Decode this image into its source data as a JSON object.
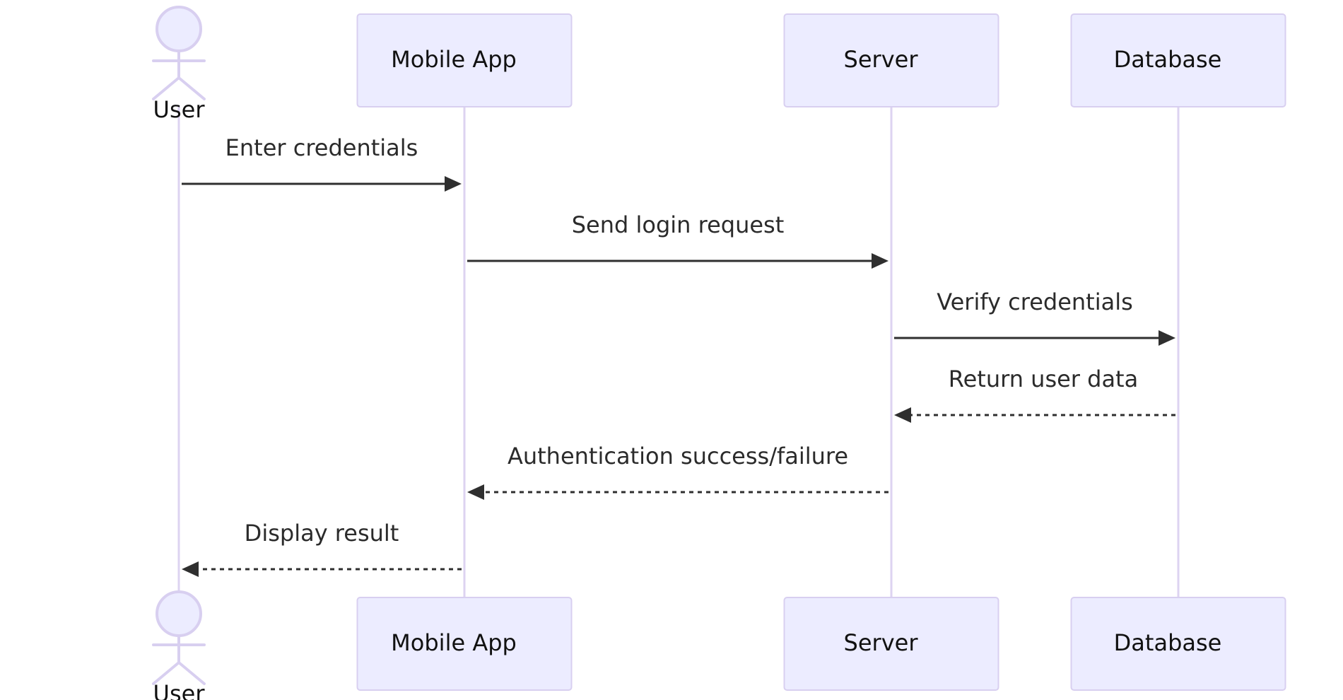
{
  "participants": [
    {
      "id": "user",
      "label": "User",
      "kind": "actor"
    },
    {
      "id": "mobile_app",
      "label": "Mobile App",
      "kind": "box"
    },
    {
      "id": "server",
      "label": "Server",
      "kind": "box"
    },
    {
      "id": "database",
      "label": "Database",
      "kind": "box"
    }
  ],
  "messages": [
    {
      "from": "user",
      "to": "mobile_app",
      "label": "Enter credentials",
      "style": "solid"
    },
    {
      "from": "mobile_app",
      "to": "server",
      "label": "Send login request",
      "style": "solid"
    },
    {
      "from": "server",
      "to": "database",
      "label": "Verify credentials",
      "style": "solid"
    },
    {
      "from": "database",
      "to": "server",
      "label": "Return user data",
      "style": "dashed"
    },
    {
      "from": "server",
      "to": "mobile_app",
      "label": "Authentication success/failure",
      "style": "dashed"
    },
    {
      "from": "mobile_app",
      "to": "user",
      "label": "Display result",
      "style": "dashed"
    }
  ]
}
